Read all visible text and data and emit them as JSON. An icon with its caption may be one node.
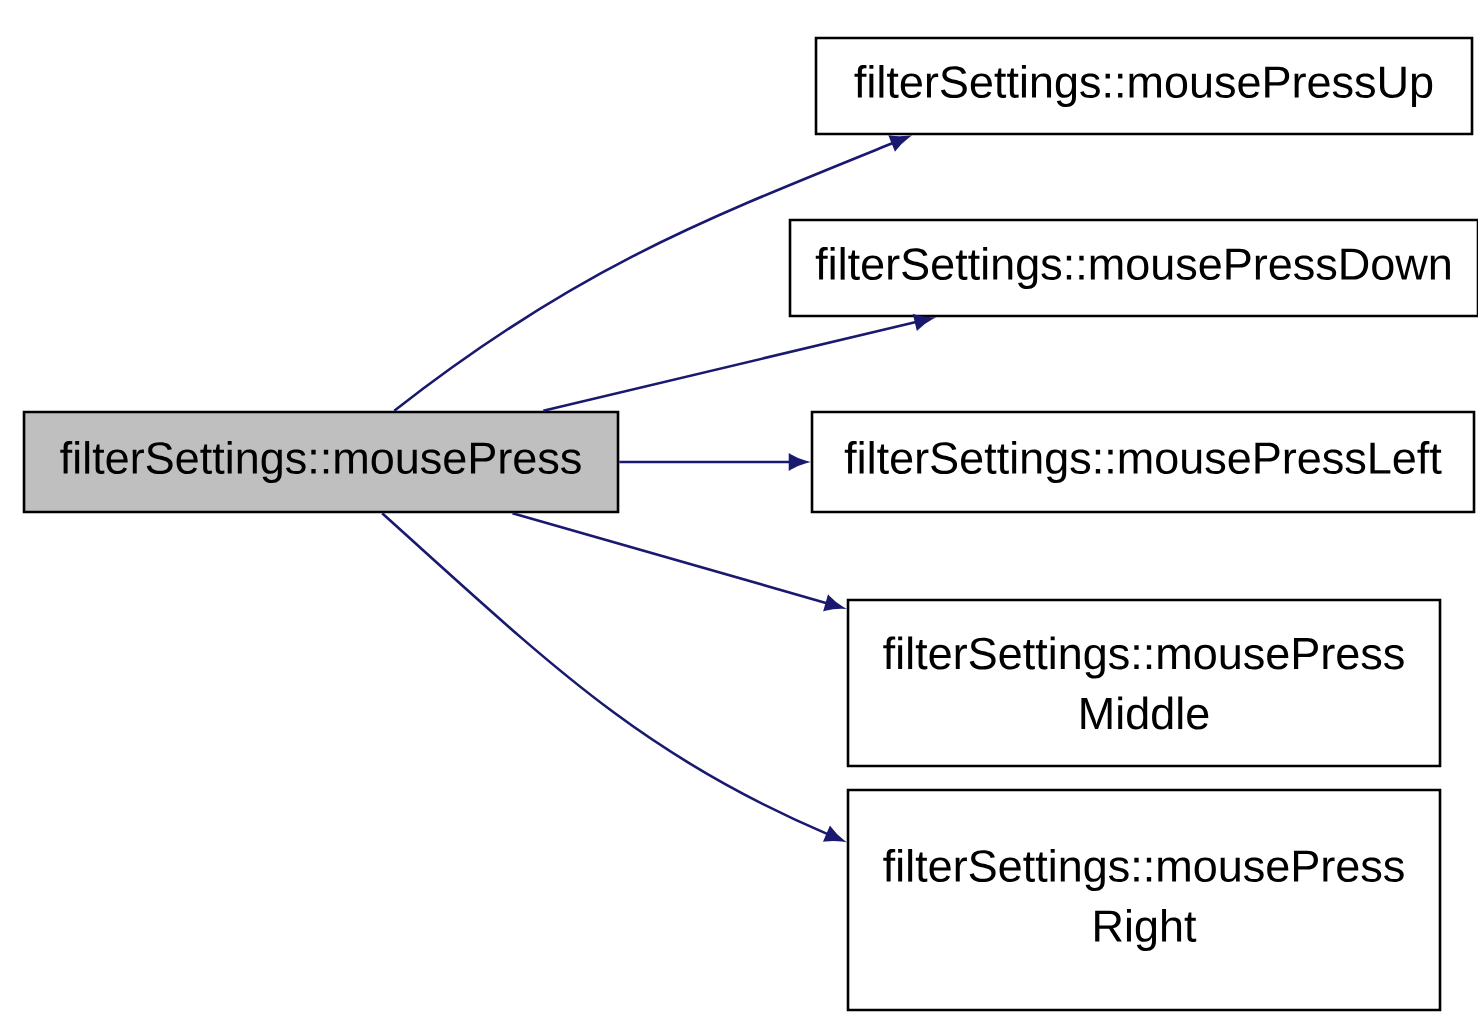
{
  "diagram": {
    "nodes": [
      {
        "text": [
          "filterSettings::mousePress"
        ]
      },
      {
        "text": [
          "filterSettings::mousePressUp"
        ]
      },
      {
        "text": [
          "filterSettings::mousePressDown"
        ]
      },
      {
        "text": [
          "filterSettings::mousePressLeft"
        ]
      },
      {
        "text": [
          "filterSettings::mousePress Middle"
        ]
      },
      {
        "text": [
          "filterSettings::mousePress Right"
        ]
      }
    ],
    "edges": [
      {
        "from": 0,
        "to": 1,
        "arrow": "to"
      },
      {
        "from": 0,
        "to": 2,
        "arrow": "to"
      },
      {
        "from": 0,
        "to": 3,
        "arrow": "to"
      },
      {
        "from": 0,
        "to": 4,
        "arrow": "to"
      },
      {
        "from": 0,
        "to": 5,
        "arrow": "to"
      }
    ]
  }
}
